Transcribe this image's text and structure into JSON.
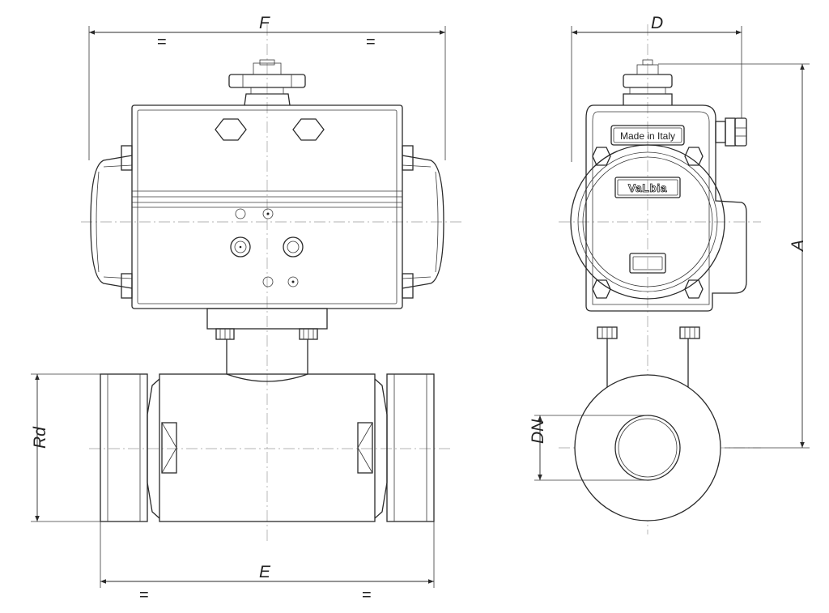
{
  "labels": {
    "F": "F",
    "E": "E",
    "D": "D",
    "A": "A",
    "Rd": "Rd",
    "DN": "DN",
    "eq": "="
  },
  "nameplate": {
    "made_in": "Made in Italy",
    "brand": "VaLbia"
  }
}
